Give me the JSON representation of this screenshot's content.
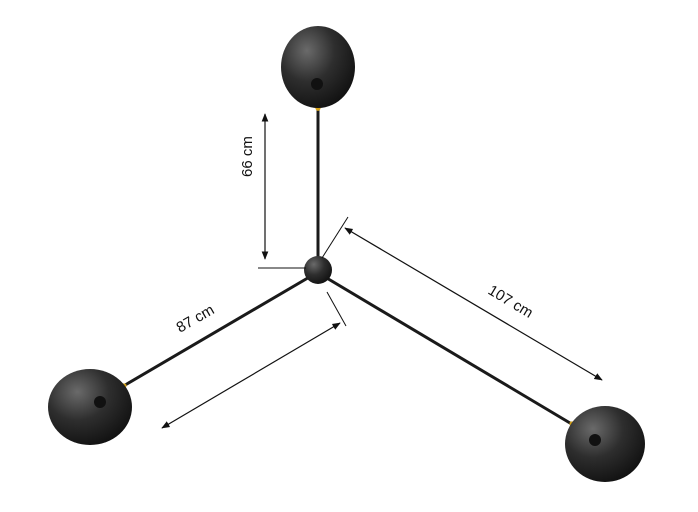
{
  "dimensions": {
    "vertical": "66 cm",
    "left_arm": "87 cm",
    "right_arm": "107 cm"
  },
  "colors": {
    "globe": "#2a2a2a",
    "arm": "#1a1a1a",
    "brass": "#d4a017",
    "dimension_line": "#111111"
  }
}
